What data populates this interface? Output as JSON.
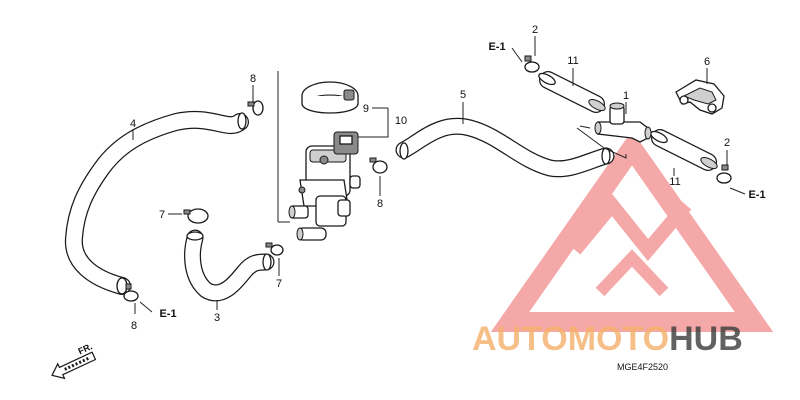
{
  "parts": {
    "p1": "1",
    "p2a": "2",
    "p2b": "2",
    "p3": "3",
    "p4": "4",
    "p5": "5",
    "p6": "6",
    "p7a": "7",
    "p7b": "7",
    "p8a": "8",
    "p8b": "8",
    "p8c": "8",
    "p9": "9",
    "p10": "10",
    "p11a": "11",
    "p11b": "11"
  },
  "refs": {
    "e1_top": "E-1",
    "e1_right": "E-1",
    "e1_bottom": "E-1"
  },
  "diagram_code": "MGE4F2520",
  "front_label": "FR.",
  "watermark": {
    "auto": "AUTO",
    "moto": "MOTO",
    "hub": "HUB",
    "accent": "#f5b06a",
    "dark": "#3c3c3c",
    "logo": "#f28b8b"
  }
}
